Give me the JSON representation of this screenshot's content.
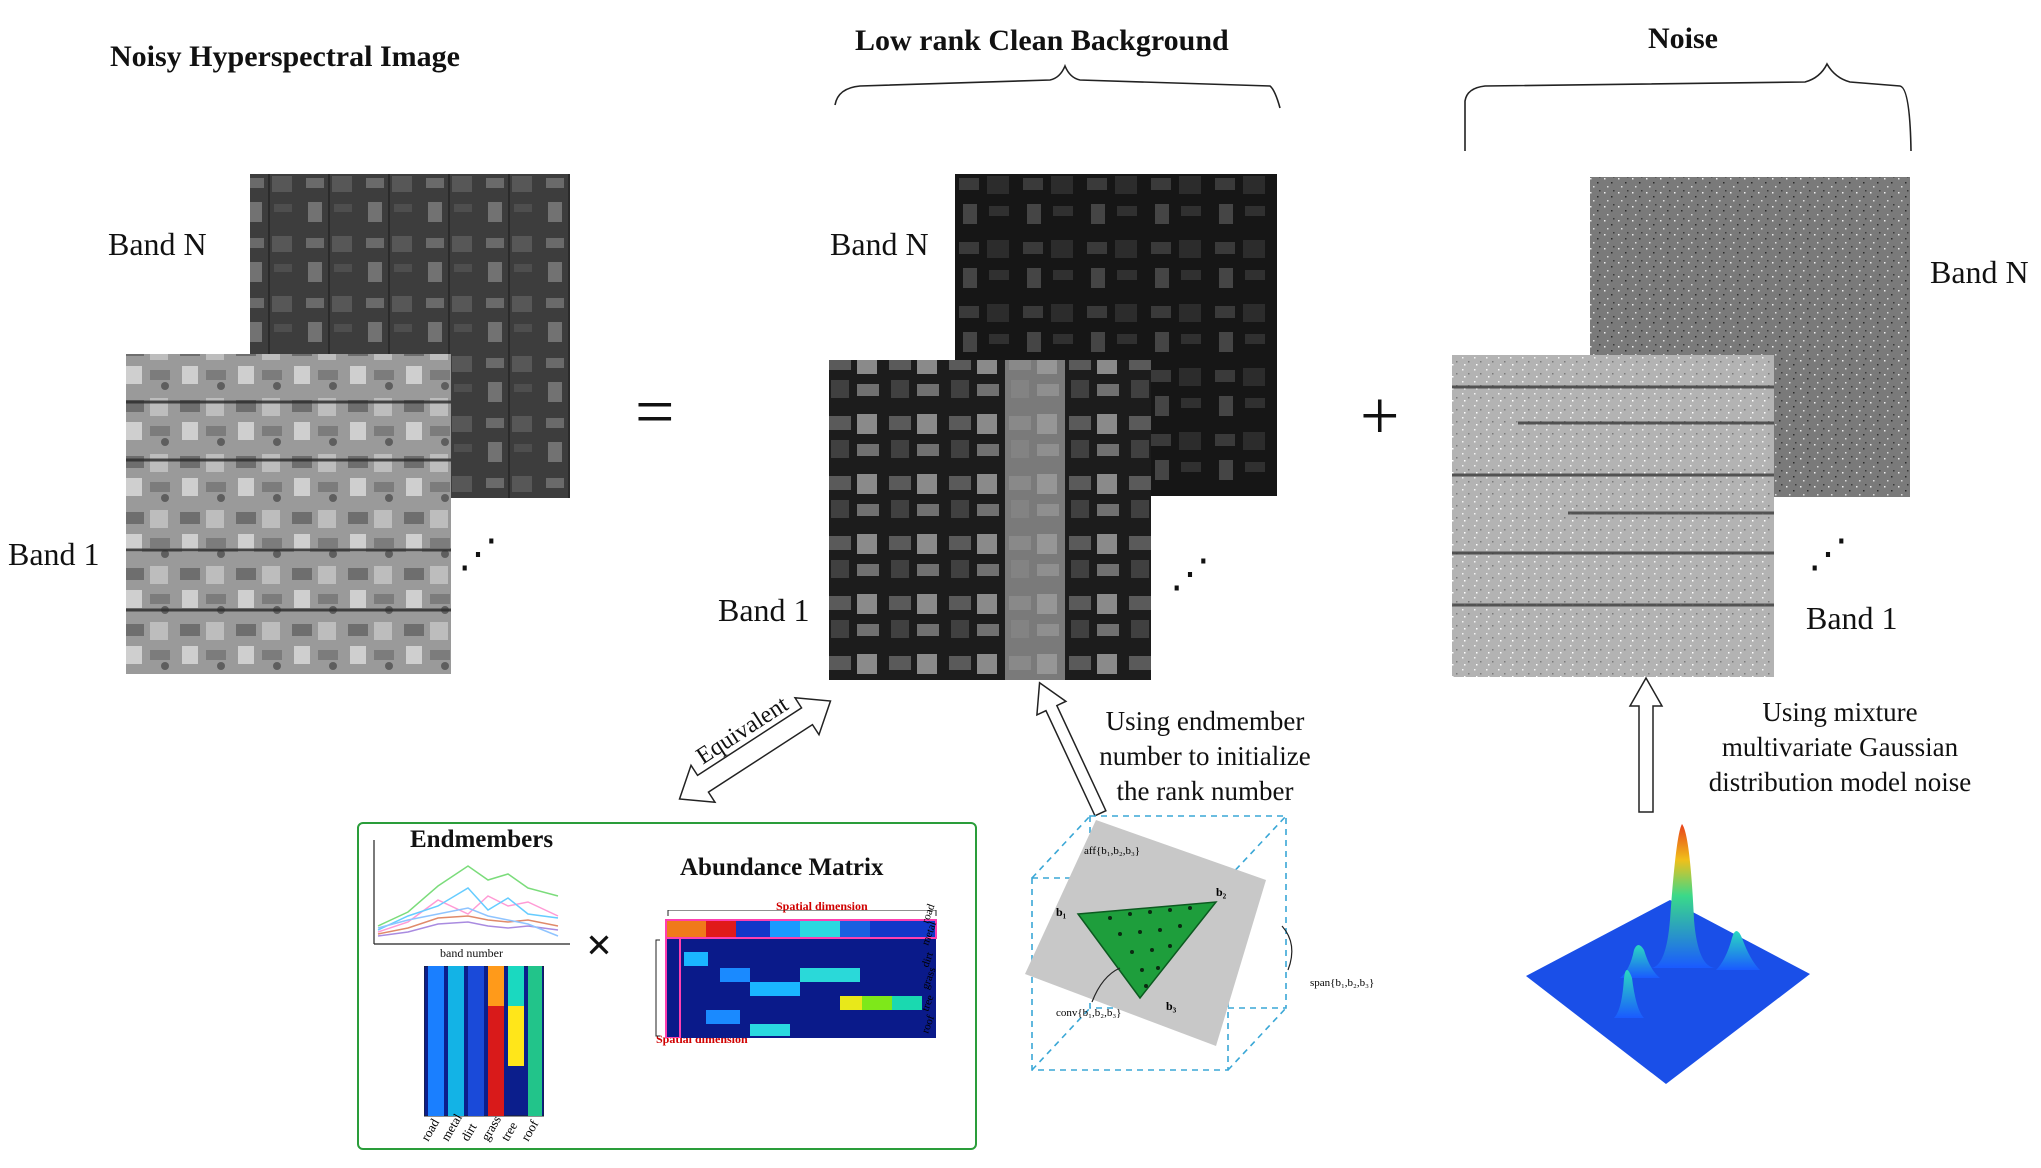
{
  "titles": {
    "noisy": "Noisy Hyperspectral Image",
    "clean": "Low rank Clean Background",
    "noise": "Noise"
  },
  "labels": {
    "band_n": "Band N",
    "band_1": "Band 1",
    "dots": "⋰"
  },
  "operators": {
    "equals": "=",
    "plus": "+",
    "times": "×"
  },
  "arrows": {
    "equivalent": "Equivalent"
  },
  "notes": {
    "endmember_line1": "Using endmember",
    "endmember_line2": "number to initialize",
    "endmember_line3": "the rank number",
    "gaussian_line1": "Using mixture",
    "gaussian_line2": "multivariate Gaussian",
    "gaussian_line3": "distribution model noise"
  },
  "decomposition": {
    "endmembers_title": "Endmembers",
    "endmembers_xlabel": "band number",
    "abundance_title": "Abundance Matrix",
    "spatial_dimension_top": "Spatial dimension",
    "spatial_dimension_bottom": "Spatial dimension",
    "classes": [
      "road",
      "metal",
      "dirt",
      "grass",
      "tree",
      "roof"
    ]
  },
  "simplex": {
    "aff": "aff{b₁,b₂,b₃}",
    "conv": "conv{b₁,b₂,b₃}",
    "span": "span{b₁,b₂,b₃}",
    "b1": "b₁",
    "b2": "b₂",
    "b3": "b₃"
  },
  "colors": {
    "accent_green": "#2a9d3a",
    "simplex_green": "#1e9e3c",
    "abundance_border": "#ff3fb0",
    "cube_dash": "#3aa7d6"
  }
}
